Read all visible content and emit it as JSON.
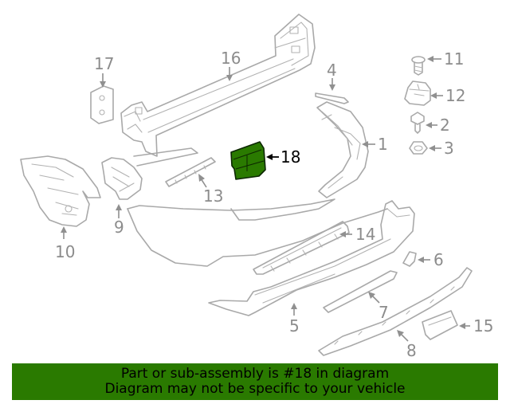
{
  "diagram": {
    "highlighted_part": "18",
    "callouts": {
      "c1": "1",
      "c2": "2",
      "c3": "3",
      "c4": "4",
      "c5": "5",
      "c6": "6",
      "c7": "7",
      "c8": "8",
      "c9": "9",
      "c10": "10",
      "c11": "11",
      "c12": "12",
      "c13": "13",
      "c14": "14",
      "c15": "15",
      "c16": "16",
      "c17": "17",
      "c18": "18"
    },
    "colors": {
      "line_art": "#a9a9a9",
      "highlight": "#2a7a00",
      "banner": "#2a7a00"
    }
  },
  "banner": {
    "line1": "Part or sub-assembly is #18 in diagram",
    "line2": "Diagram may not be specific to your vehicle"
  }
}
